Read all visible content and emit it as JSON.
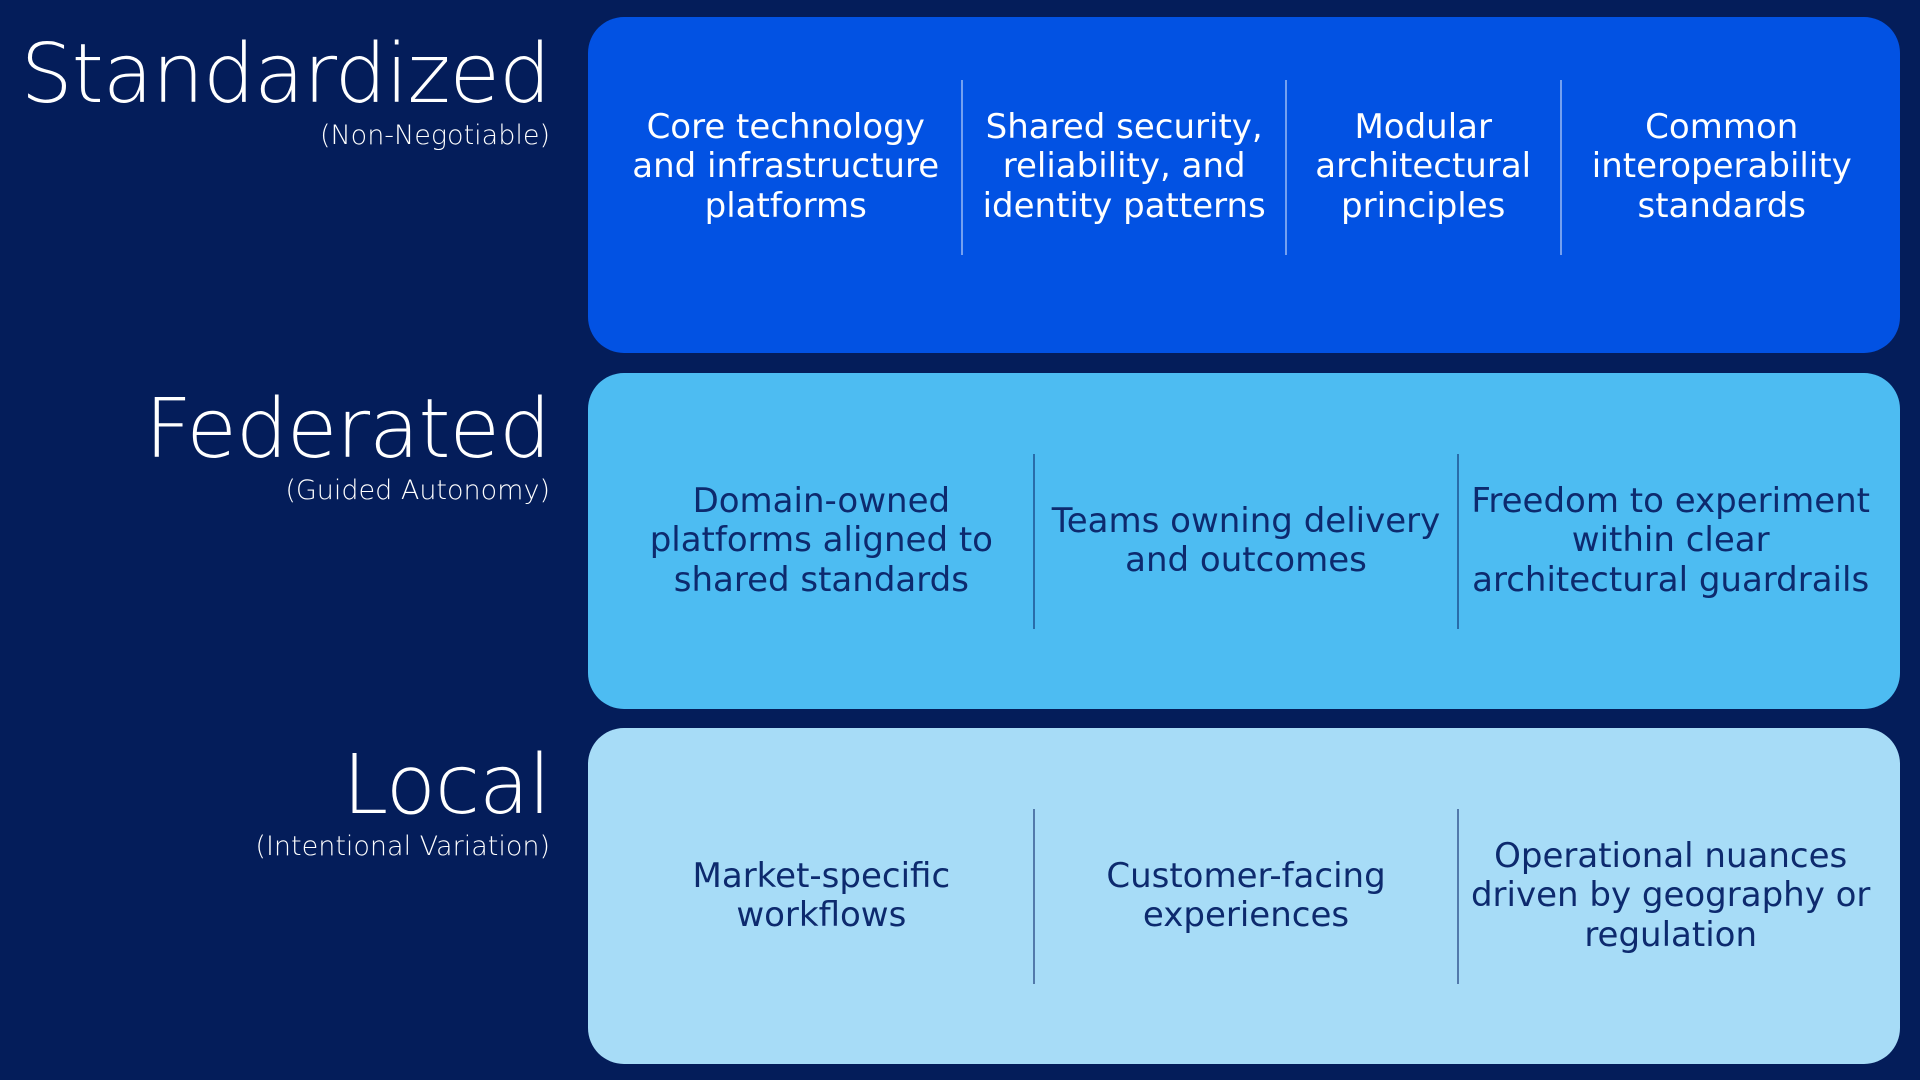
{
  "tiers": [
    {
      "title": "Standardized",
      "subtitle": "(Non-Negotiable)",
      "items": [
        "Core technology and infrastructure platforms",
        "Shared security, reliability, and identity patterns",
        "Modular architectural principles",
        "Common interoperability standards"
      ]
    },
    {
      "title": "Federated",
      "subtitle": "(Guided Autonomy)",
      "items": [
        "Domain-owned platforms aligned to shared standards",
        "Teams owning delivery and outcomes",
        "Freedom to experiment within clear architectural guardrails"
      ]
    },
    {
      "title": "Local",
      "subtitle": "(Intentional Variation)",
      "items": [
        "Market-specific workflows",
        "Customer-facing experiences",
        "Operational nuances driven by geography or regulation"
      ]
    }
  ],
  "colors": {
    "background": "#041d5a",
    "standardized": "#0252e3",
    "federated": "#4dbcf2",
    "local": "#a7dcf7",
    "dark_text": "#0d2a6e"
  }
}
